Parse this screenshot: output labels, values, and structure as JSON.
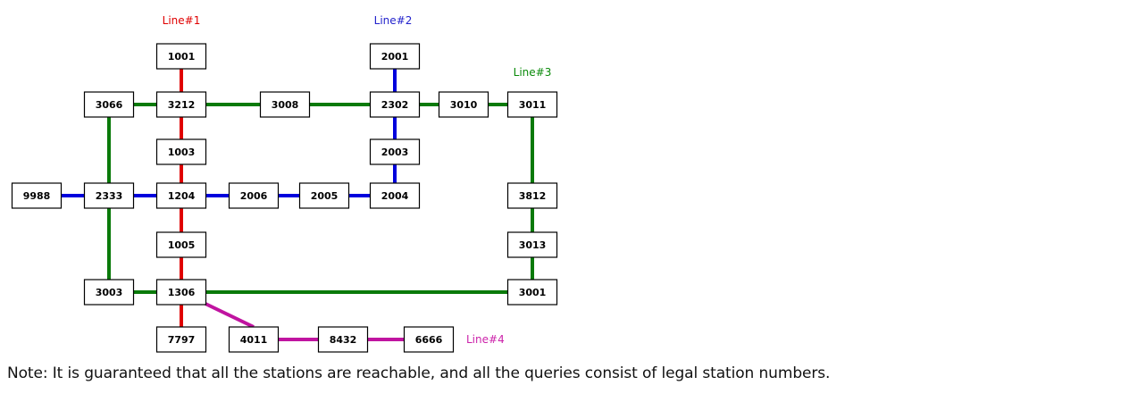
{
  "lines": [
    {
      "name": "Line#1",
      "color": "#e00000",
      "label_color": "#e00000"
    },
    {
      "name": "Line#2",
      "color": "#0000dd",
      "label_color": "#2222cc"
    },
    {
      "name": "Line#3",
      "color": "#0a7a0a",
      "label_color": "#0a8a0a"
    },
    {
      "name": "Line#4",
      "color": "#c014a0",
      "label_color": "#cc22aa"
    }
  ],
  "stations": [
    "1001",
    "2001",
    "3066",
    "3212",
    "3008",
    "2302",
    "3010",
    "3011",
    "1003",
    "2003",
    "9988",
    "2333",
    "1204",
    "2006",
    "2005",
    "2004",
    "3812",
    "1005",
    "3013",
    "3003",
    "1306",
    "3001",
    "7797",
    "4011",
    "8432",
    "6666"
  ],
  "connections": [
    {
      "from": "1001",
      "to": "3212",
      "line": "Line#1"
    },
    {
      "from": "3212",
      "to": "1003",
      "line": "Line#1"
    },
    {
      "from": "1003",
      "to": "1204",
      "line": "Line#1"
    },
    {
      "from": "1204",
      "to": "1005",
      "line": "Line#1"
    },
    {
      "from": "1005",
      "to": "1306",
      "line": "Line#1"
    },
    {
      "from": "1306",
      "to": "7797",
      "line": "Line#1"
    },
    {
      "from": "2001",
      "to": "2302",
      "line": "Line#2"
    },
    {
      "from": "2302",
      "to": "2003",
      "line": "Line#2"
    },
    {
      "from": "2003",
      "to": "2004",
      "line": "Line#2"
    },
    {
      "from": "2004",
      "to": "2005",
      "line": "Line#2"
    },
    {
      "from": "2005",
      "to": "2006",
      "line": "Line#2"
    },
    {
      "from": "2006",
      "to": "1204",
      "line": "Line#2"
    },
    {
      "from": "1204",
      "to": "2333",
      "line": "Line#2"
    },
    {
      "from": "2333",
      "to": "9988",
      "line": "Line#2"
    },
    {
      "from": "3066",
      "to": "3212",
      "line": "Line#3"
    },
    {
      "from": "3212",
      "to": "3008",
      "line": "Line#3"
    },
    {
      "from": "3008",
      "to": "2302",
      "line": "Line#3"
    },
    {
      "from": "2302",
      "to": "3010",
      "line": "Line#3"
    },
    {
      "from": "3010",
      "to": "3011",
      "line": "Line#3"
    },
    {
      "from": "3011",
      "to": "3812",
      "line": "Line#3"
    },
    {
      "from": "3812",
      "to": "3013",
      "line": "Line#3"
    },
    {
      "from": "3013",
      "to": "3001",
      "line": "Line#3"
    },
    {
      "from": "3001",
      "to": "1306",
      "line": "Line#3"
    },
    {
      "from": "1306",
      "to": "3003",
      "line": "Line#3"
    },
    {
      "from": "3003",
      "to": "2333",
      "line": "Line#3"
    },
    {
      "from": "2333",
      "to": "3066",
      "line": "Line#3"
    },
    {
      "from": "1306",
      "to": "4011",
      "line": "Line#4"
    },
    {
      "from": "4011",
      "to": "8432",
      "line": "Line#4"
    },
    {
      "from": "8432",
      "to": "6666",
      "line": "Line#4"
    }
  ],
  "note": "Note: It is guaranteed that all the stations are reachable, and all the queries consist of legal station numbers."
}
